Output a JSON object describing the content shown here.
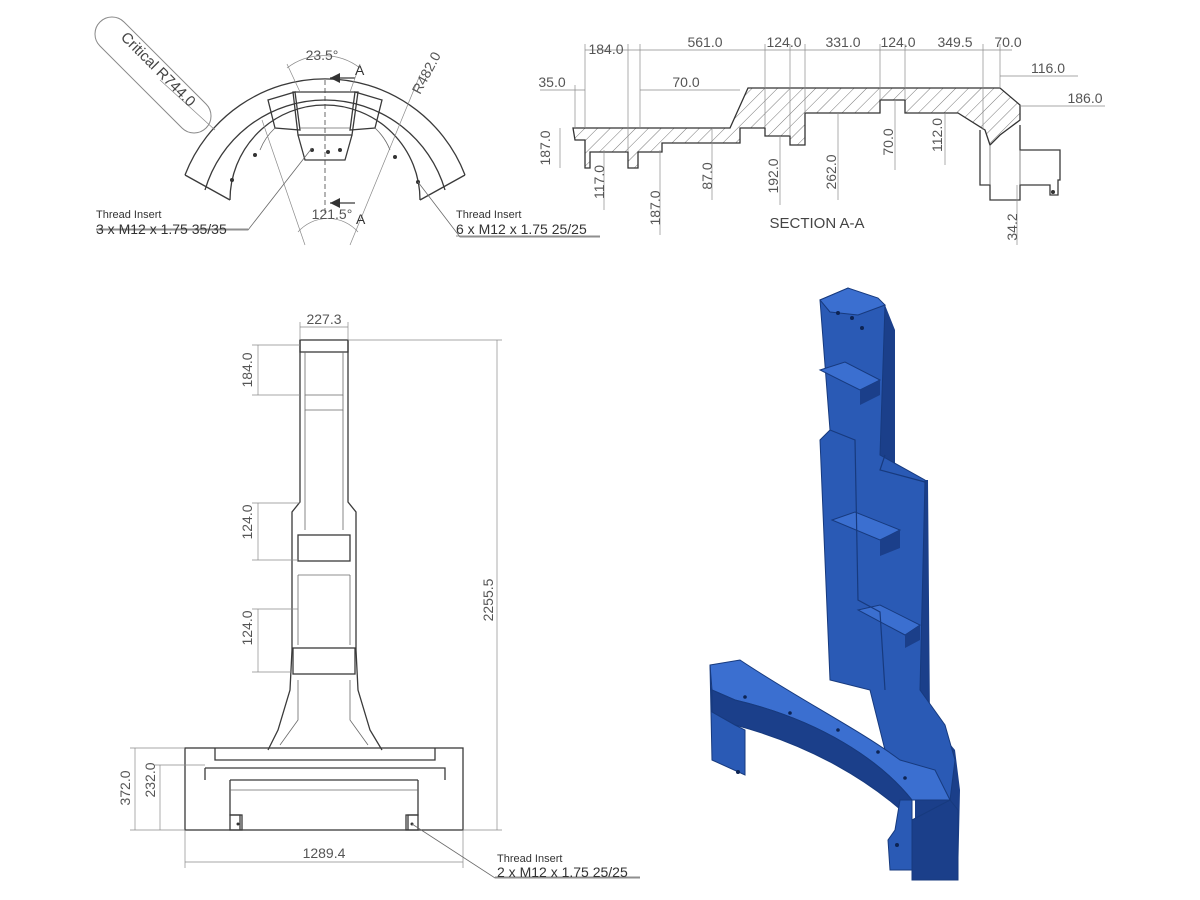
{
  "colors": {
    "part_blue": "#2a5ab5",
    "part_dark": "#1b3f8a",
    "part_light": "#3b6fd0",
    "line": "#3a3a3a"
  },
  "top_view": {
    "angle_top": "23.5°",
    "angle_bottom": "121.5°",
    "radius_label": "R482.0",
    "critical_label": "Critical R744.0",
    "section_letter_top": "A",
    "section_letter_bottom": "A",
    "insert_left_title": "Thread Insert",
    "insert_left_spec": "3 x M12 x 1.75 35/35",
    "insert_right_title": "Thread Insert",
    "insert_right_spec": "6 x M12 x 1.75 25/25"
  },
  "section": {
    "title": "SECTION A-A",
    "dims_top": [
      "184.0",
      "561.0",
      "124.0",
      "331.0",
      "124.0",
      "349.5",
      "70.0"
    ],
    "dim_35": "35.0",
    "dim_70": "70.0",
    "dim_116": "116.0",
    "dim_186": "186.0",
    "dims_vertical": [
      "187.0",
      "117.0",
      "187.0",
      "87.0",
      "192.0",
      "262.0",
      "70.0",
      "112.0",
      "34.2"
    ]
  },
  "front_view": {
    "width_top": "227.3",
    "dim_184": "184.0",
    "dim_124a": "124.0",
    "dim_124b": "124.0",
    "height_total": "2255.5",
    "dim_372": "372.0",
    "dim_232": "232.0",
    "width_base": "1289.4",
    "insert_title": "Thread Insert",
    "insert_spec": "2 x M12 x 1.75 25/25"
  },
  "iso_view": {
    "icon": "isometric-part-render"
  }
}
